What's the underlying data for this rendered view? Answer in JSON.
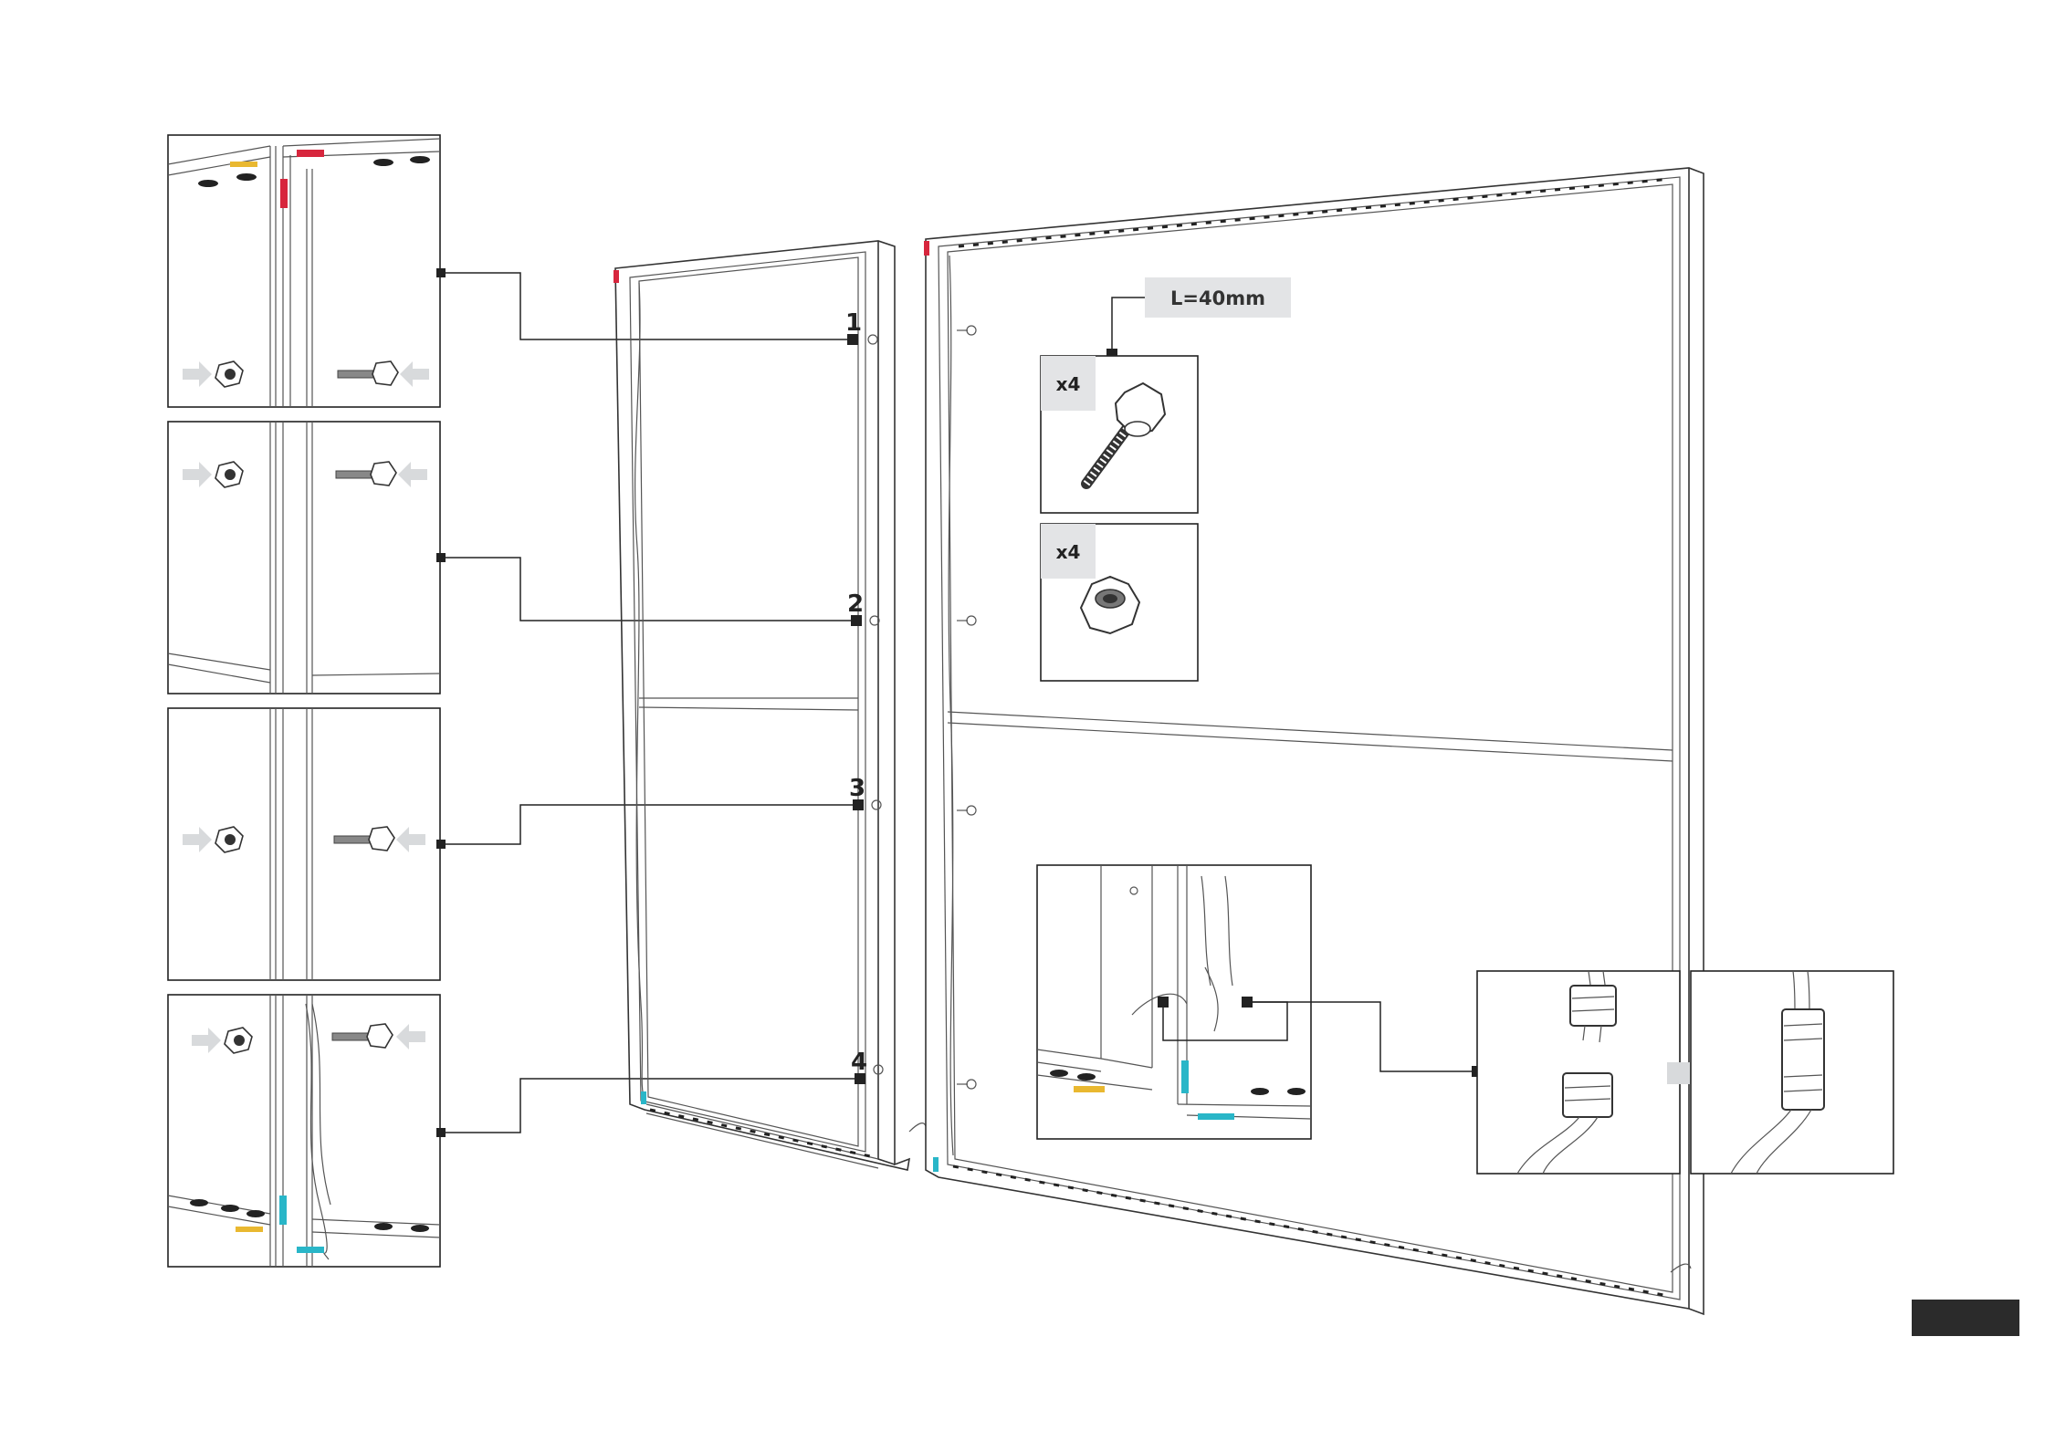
{
  "steps": [
    "1",
    "2",
    "3",
    "4"
  ],
  "hardware": {
    "length_label": "L=40mm",
    "bolt_qty": "x4",
    "nut_qty": "x4"
  },
  "colors": {
    "accent_red": "#d7263d",
    "accent_cyan": "#29b6c8",
    "accent_yellow": "#e9b830",
    "label_gray": "#e3e4e6",
    "page_badge": "#2b2b2b"
  },
  "icons": [
    "knob-bolt-icon",
    "star-knob-nut-icon",
    "cable-connector-icon",
    "direction-arrow-icon"
  ]
}
